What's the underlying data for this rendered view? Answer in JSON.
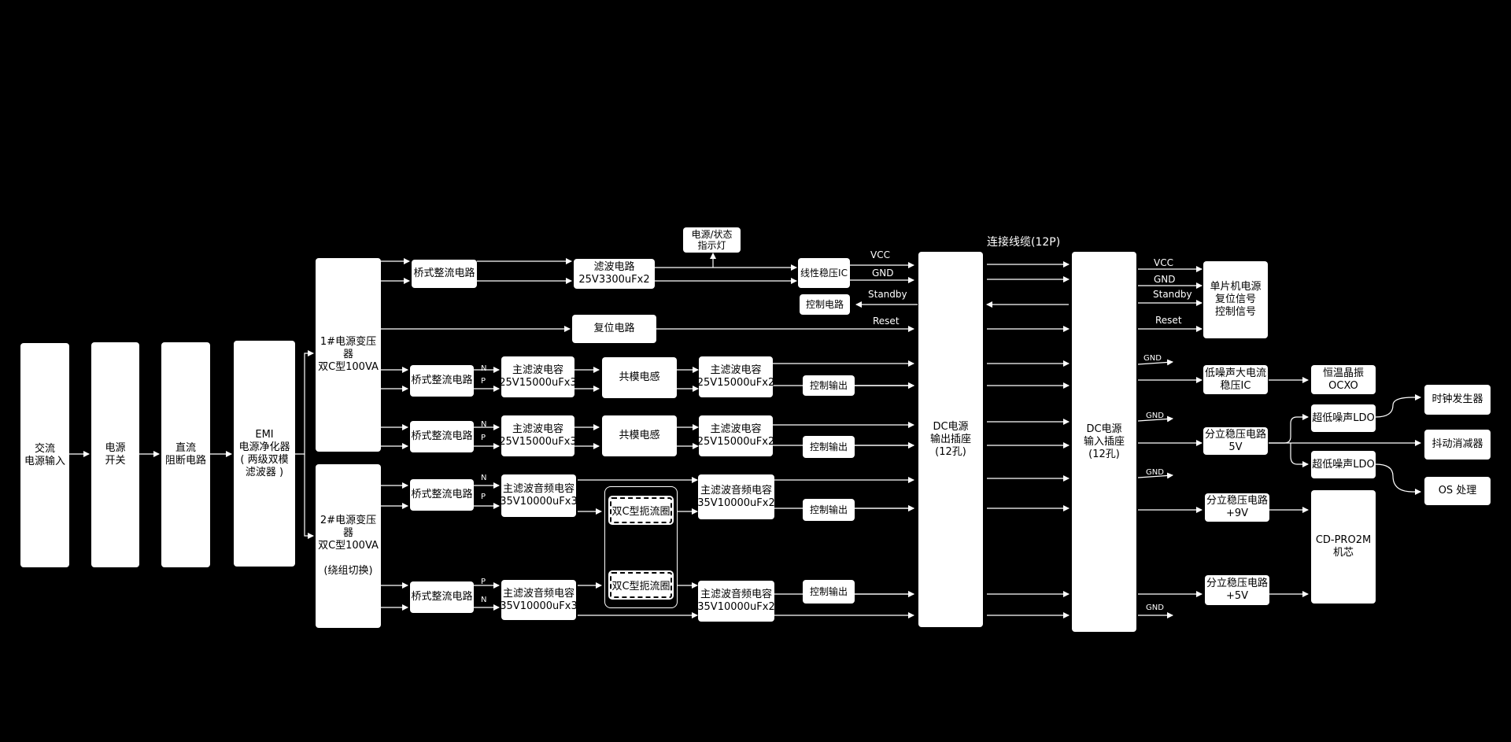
{
  "blocks": {
    "ac_input": "交流\n电源输入",
    "power_switch": "电源\n开关",
    "dc_block": "直流\n阻断电路",
    "emi": "EMI\n电源净化器\n( 两级双模\n滤波器 )",
    "xfmr1": "1#电源变压器\n双C型100VA",
    "xfmr2": "2#电源变压器\n双C型100VA\n\n(绕组切换)",
    "bridge": "桥式整流电路",
    "filter1": "滤波电路\n25V3300uFx2",
    "indicator": "电源/状态\n指示灯",
    "ldo_ic": "线性稳压IC",
    "ctrl_circuit": "控制电路",
    "reset_circuit": "复位电路",
    "main_cap_15000x3": "主滤波电容\n25V15000uFx3",
    "common_choke": "共模电感",
    "main_cap_15000x2": "主滤波电容\n25V15000uFx2",
    "ctrl_out": "控制输出",
    "audio_cap_x3": "主滤波音频电容\n35V10000uFx3",
    "audio_cap_x2": "主滤波音频电容\n35V10000uFx2",
    "choke_coil": "双C型扼流圈",
    "dc_out": "DC电源\n输出插座\n(12孔)",
    "dc_in": "DC电源\n输入插座\n(12孔)",
    "mcu": "单片机电源\n复位信号\n控制信号",
    "low_noise": "低噪声大电流\n稳压IC",
    "ocxo": "恒温晶振\nOCXO",
    "reg5v": "分立稳压电路\n5V",
    "ultra_ldo": "超低噪声LDO",
    "clock_gen": "时钟发生器",
    "jitter": "抖动消减器",
    "os": "OS 处理",
    "reg9v": "分立稳压电路\n+9V",
    "reg5v_plus": "分立稳压电路\n+5V",
    "cdpro": "CD-PRO2M\n机芯"
  },
  "labels": {
    "cable": "连接线缆(12P)",
    "vcc": "VCC",
    "gnd": "GND",
    "standby": "Standby",
    "reset": "Reset",
    "n": "N",
    "p": "P"
  }
}
